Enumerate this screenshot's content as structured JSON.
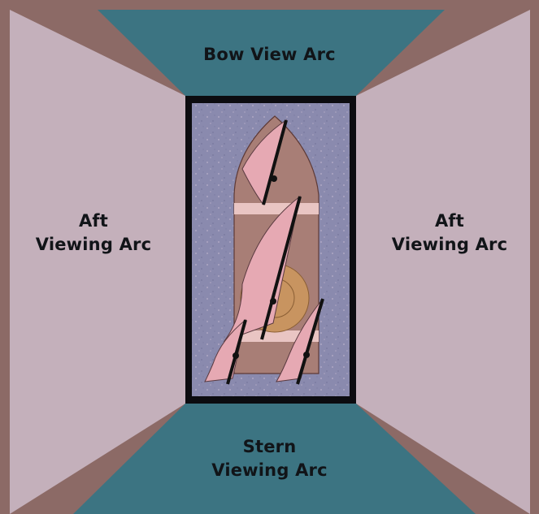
{
  "diagram": {
    "bow_arc": {
      "lines": [
        "Bow View Arc"
      ]
    },
    "stern_arc": {
      "lines": [
        "Stern",
        "Viewing Arc"
      ]
    },
    "port_arc": {
      "lines": [
        "Aft",
        "Viewing Arc"
      ]
    },
    "starboard_arc": {
      "lines": [
        "Aft",
        "Viewing Arc"
      ]
    },
    "colors": {
      "side_panel": "#c4b0bb",
      "bow_stern_panel": "#3c7482",
      "water": "#8a8aae",
      "frame": "#0c0c10",
      "hull": "#a87e76",
      "deck_stripe": "#e9c5c3",
      "sail": "#e6a9b3",
      "mast": "#111111",
      "turret": "#c89460",
      "backdrop": "#8c6a66"
    }
  }
}
